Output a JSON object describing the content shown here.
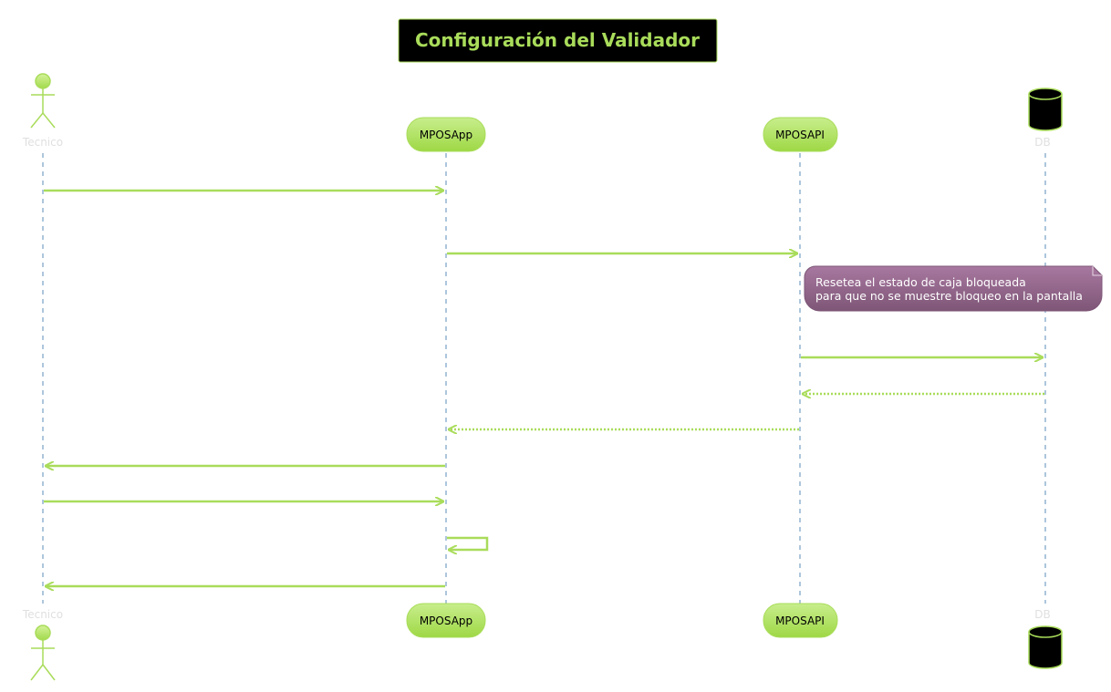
{
  "title": "Configuración del Validador",
  "participants": {
    "tecnico": {
      "label": "Tecnico",
      "kind": "actor"
    },
    "mposapp": {
      "label": "MPOSApp",
      "kind": "participant"
    },
    "mposapi": {
      "label": "MPOSAPI",
      "kind": "participant"
    },
    "db": {
      "label": "DB",
      "kind": "database"
    }
  },
  "messages": [
    {
      "from": "Tecnico",
      "to": "MPOSApp",
      "style": "solid"
    },
    {
      "from": "MPOSApp",
      "to": "MPOSAPI",
      "style": "solid"
    },
    {
      "from": "MPOSAPI",
      "to": "DB",
      "style": "solid"
    },
    {
      "from": "DB",
      "to": "MPOSAPI",
      "style": "dotted"
    },
    {
      "from": "MPOSAPI",
      "to": "MPOSApp",
      "style": "dotted"
    },
    {
      "from": "MPOSApp",
      "to": "Tecnico",
      "style": "solid"
    },
    {
      "from": "Tecnico",
      "to": "MPOSApp",
      "style": "solid"
    },
    {
      "from": "MPOSApp",
      "to": "MPOSApp",
      "style": "solid"
    },
    {
      "from": "MPOSApp",
      "to": "Tecnico",
      "style": "solid"
    }
  ],
  "note": {
    "line1": "Resetea el estado de caja bloqueada",
    "line2": "para que no se muestre bloqueo en la pantalla"
  },
  "colors": {
    "accent": "#A9DC5A",
    "title_bg": "#000000",
    "lifeline": "#5B8DB8",
    "note_top": "#A878A0",
    "note_bottom": "#7E5677",
    "participant_text": "#000000",
    "faint_label": "#E0E0E0",
    "db_fill": "#000000"
  }
}
